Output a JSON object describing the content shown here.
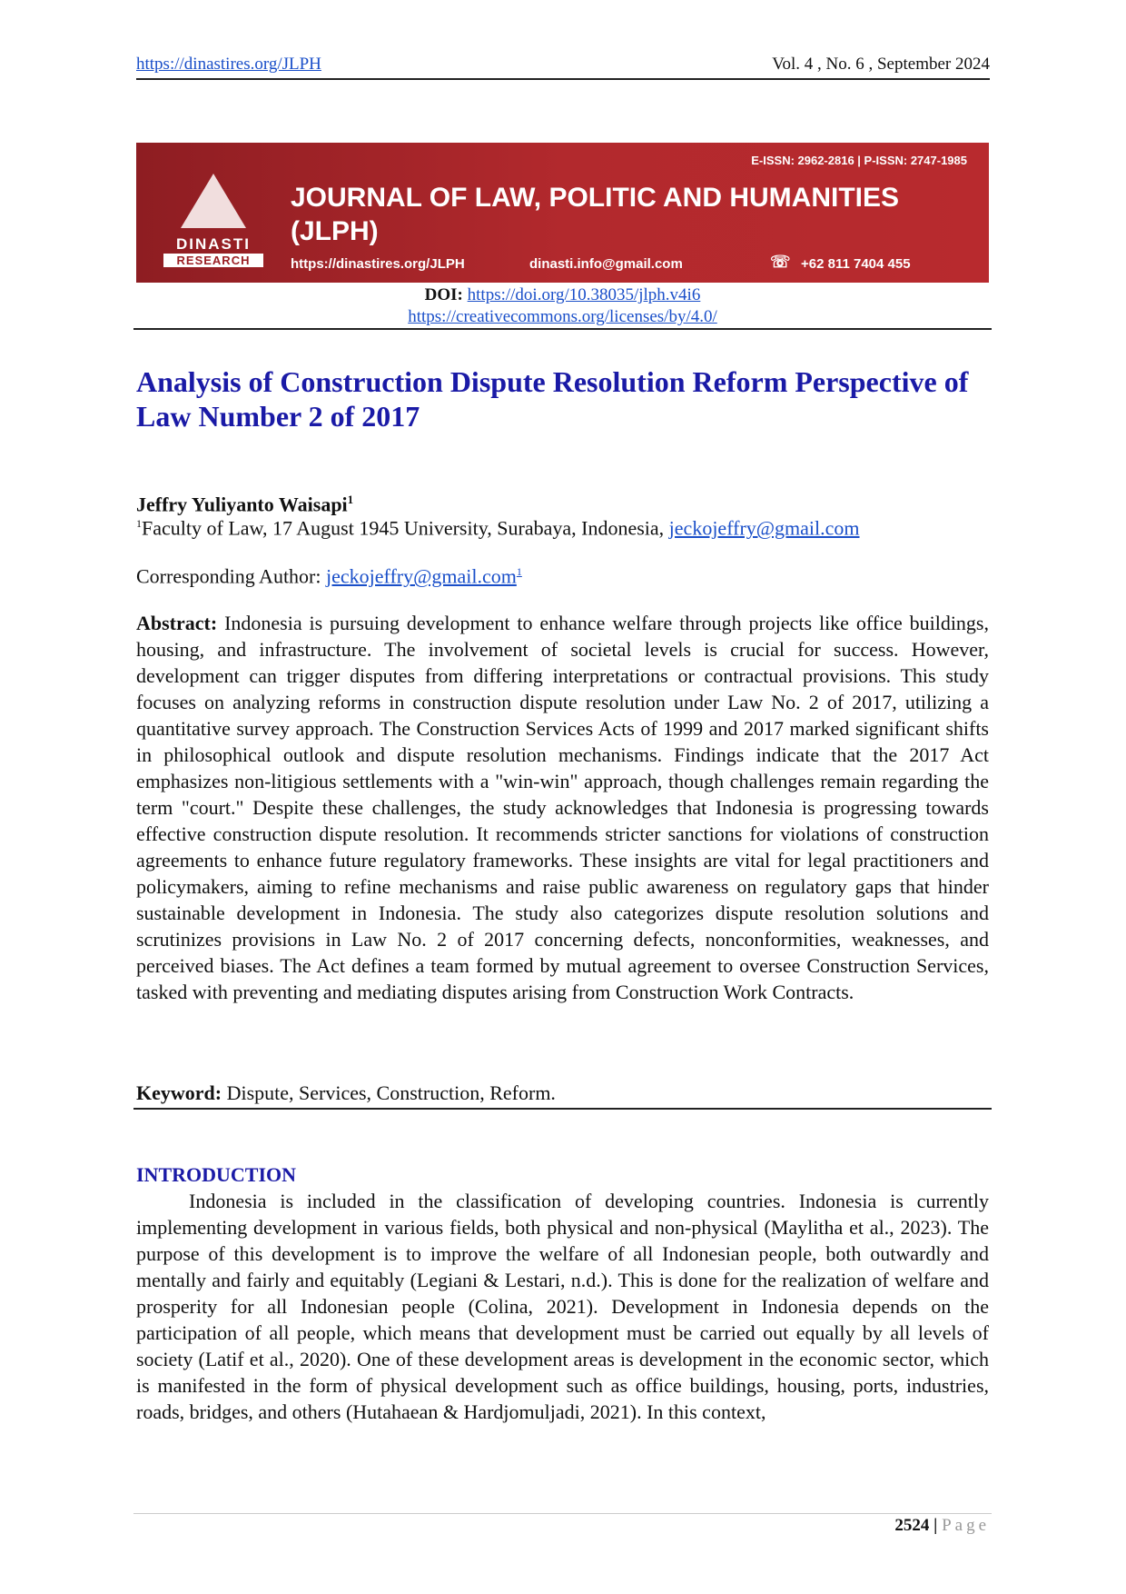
{
  "header": {
    "url": "https://dinastires.org/JLPH",
    "volume": "Vol. 4 , No. 6 , September 2024"
  },
  "banner": {
    "issn": "E-ISSN: 2962-2816 | P-ISSN: 2747-1985",
    "journal_title": "JOURNAL OF LAW, POLITIC AND HUMANITIES",
    "abbr": "(JLPH)",
    "website": "https://dinastires.org/JLPH",
    "email": "dinasti.info@gmail.com",
    "phone": "+62 811 7404 455",
    "logo_top": "DINASTI",
    "logo_bottom": "RESEARCH"
  },
  "doi": {
    "label": "DOI:",
    "link": "https://doi.org/10.38035/jlph.v4i6",
    "license": "https://creativecommons.org/licenses/by/4.0/"
  },
  "title": "Analysis of Construction Dispute Resolution Reform Perspective of Law Number 2 of 2017",
  "author": {
    "name": "Jeffry Yuliyanto Waisapi",
    "sup": "1",
    "affil_sup": "1",
    "affiliation": "Faculty of Law, 17 August 1945 University, Surabaya, Indonesia, ",
    "email": "jeckojeffry@gmail.com",
    "corr_label": "Corresponding Author: ",
    "corr_email": "jeckojeffry@gmail.com",
    "corr_sup": "1"
  },
  "abstract": {
    "label": "Abstract:",
    "text": " Indonesia is pursuing development to enhance welfare through projects like office buildings, housing, and infrastructure. The involvement of societal levels is crucial for success. However, development can trigger disputes from differing interpretations or contractual provisions. This study focuses on analyzing reforms in construction dispute resolution under Law No. 2 of 2017, utilizing a quantitative survey approach. The Construction Services Acts of 1999 and 2017 marked significant shifts in philosophical outlook and dispute resolution mechanisms. Findings indicate that the 2017 Act emphasizes non-litigious settlements with a \"win-win\" approach, though challenges remain regarding the term \"court.\" Despite these challenges, the study acknowledges that Indonesia is progressing towards effective construction dispute resolution. It recommends stricter sanctions for violations of construction agreements to enhance future regulatory frameworks. These insights are vital for legal practitioners and policymakers, aiming to refine mechanisms and raise public awareness on regulatory gaps that hinder sustainable development in Indonesia. The study also categorizes dispute resolution solutions and scrutinizes provisions in Law No. 2 of 2017 concerning defects, nonconformities, weaknesses, and perceived biases. The Act defines a team formed by mutual agreement to oversee Construction Services, tasked with preventing and mediating disputes arising from Construction Work Contracts."
  },
  "keyword": {
    "label": "Keyword:",
    "text": " Dispute, Services, Construction, Reform."
  },
  "introduction": {
    "heading": "INTRODUCTION",
    "text": "Indonesia is included in the classification of developing countries. Indonesia is currently implementing development in various fields, both physical and non-physical (Maylitha et al., 2023). The purpose of this development is to improve the welfare of all Indonesian people, both outwardly and mentally and fairly and equitably (Legiani & Lestari, n.d.). This is done for the realization of welfare and prosperity for all Indonesian people (Colina, 2021). Development in Indonesia depends on the participation of all people, which means that development must be carried out equally by all levels of society (Latif et al., 2020). One of these development areas is development in the economic sector, which is manifested in the form of physical development such as office buildings, housing, ports, industries, roads, bridges, and others (Hutahaean & Hardjomuljadi, 2021). In this context,"
  },
  "footer": {
    "page": "2524",
    "sep": " | ",
    "label": "Page"
  }
}
